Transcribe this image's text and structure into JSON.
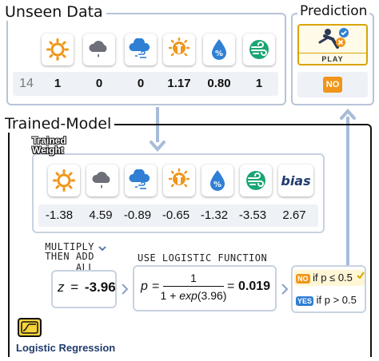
{
  "unseen": {
    "title": "Unseen Data",
    "row_id": "14",
    "values": [
      "1",
      "0",
      "0",
      "1.17",
      "0.80",
      "1"
    ]
  },
  "prediction": {
    "title": "Prediction",
    "play_label": "PLAY",
    "result": "NO"
  },
  "trained": {
    "title": "Trained-Model",
    "weight_label_1": "Trained",
    "weight_label_2": "Weight",
    "bias_label": "bias",
    "weights": [
      "-1.38",
      "4.59",
      "-0.89",
      "-0.65",
      "-1.32",
      "-3.53",
      "2.67"
    ]
  },
  "steps": {
    "multiply_1": "MULTIPLY",
    "multiply_2": "THEN ADD ALL",
    "logistic": "USE LOGISTIC FUNCTION"
  },
  "z_box": {
    "lhs": "z",
    "eq": "=",
    "value": "-3.96"
  },
  "p_box": {
    "lhs": "p",
    "eq": "=",
    "numerator": "1",
    "denominator_pre": "1 + ",
    "denominator_fn": "exp",
    "denominator_arg": "(3.96)",
    "eq2": "=",
    "result": "0.019"
  },
  "rules": {
    "no_badge": "NO",
    "no_text": "if p ≤ 0.5",
    "yes_badge": "YES",
    "yes_text": "if p > 0.5"
  },
  "footer": {
    "label": "Logistic Regression"
  },
  "colors": {
    "orange": "#f0961a",
    "blue": "#2f7fd4",
    "green": "#1aa673",
    "grey_cloud": "#6d7078",
    "panel_border": "#b7c4d6",
    "arrow": "#a8bcd8",
    "yellow": "#f5d33a"
  },
  "icons": [
    "sun-icon",
    "rain-cloud-icon",
    "wind-cloud-icon",
    "thermometer-sun-icon",
    "humidity-drop-icon",
    "wind-icon"
  ]
}
